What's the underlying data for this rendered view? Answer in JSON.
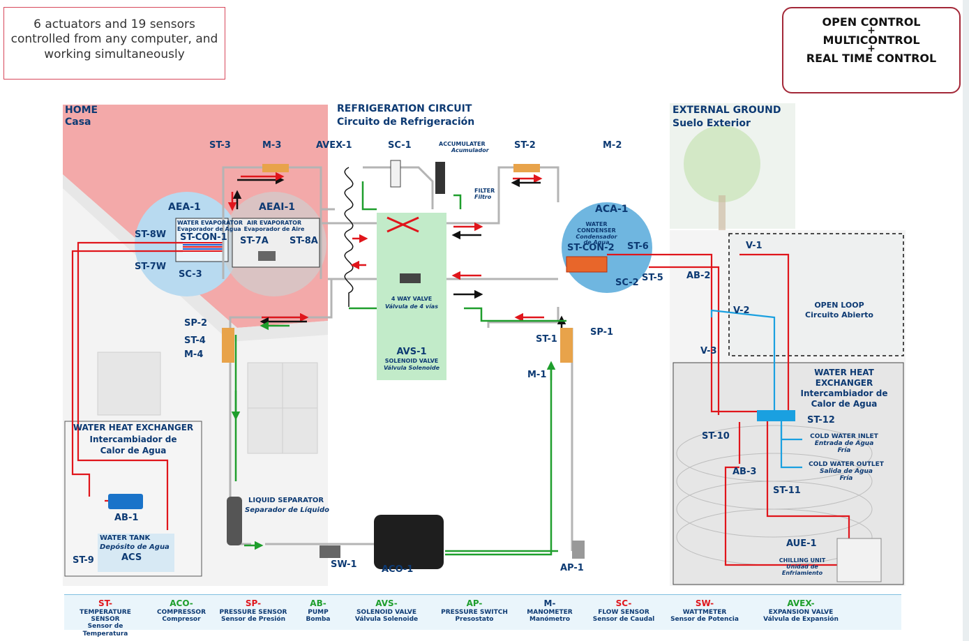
{
  "note_text": "6 actuators and 19 sensors controlled from any computer, and working simultaneously",
  "control": {
    "line1": "OPEN CONTROL",
    "plus1": "+",
    "line2": "MULTICONTROL",
    "plus2": "+",
    "line3": "REAL TIME CONTROL"
  },
  "home": {
    "title": "HOME",
    "subtitle": "Casa"
  },
  "circuit": {
    "title": "REFRIGERATION CIRCUIT",
    "subtitle": "Circuito de Refrigeración"
  },
  "ground": {
    "title": "EXTERNAL GROUND",
    "subtitle": "Suelo Exterior"
  },
  "components": {
    "aea1": "AEA-1",
    "aea1_title": "WATER EVAPORATOR",
    "aea1_sub": "Evaporador de Agua",
    "aeai1": "AEAI-1",
    "aeai1_title": "AIR EVAPORATOR",
    "aeai1_sub": "Evaporador de Aire",
    "aca1": "ACA-1",
    "aca1_title1": "WATER",
    "aca1_title2": "CONDENSER",
    "aca1_sub1": "Condensador",
    "aca1_sub2": "de Agua",
    "accum_title": "ACCUMULATER",
    "accum_sub": "Acumulador",
    "filter_title": "FILTER",
    "filter_sub": "Filtro",
    "fourway_title": "4 WAY VALVE",
    "fourway_sub": "Válvula de 4 vías",
    "avs1": "AVS-1",
    "avs1_title": "SOLENOID VALVE",
    "avs1_sub": "Válvula Solenoide",
    "liquid_title": "LIQUID SEPARATOR",
    "liquid_sub": "Separador de Líquido",
    "whx_left_title": "WATER HEAT EXCHANGER",
    "whx_left_sub1": "Intercambiador de",
    "whx_left_sub2": "Calor de Agua",
    "tank_title": "WATER TANK",
    "tank_sub": "Depósito de Agua",
    "tank_acs": "ACS",
    "openloop_title": "OPEN LOOP",
    "openloop_sub": "Circuito Abierto",
    "whx_right_title1": "WATER HEAT",
    "whx_right_title2": "EXCHANGER",
    "whx_right_sub1": "Intercambiador de",
    "whx_right_sub2": "Calor de Agua",
    "cwi_title": "COLD WATER INLET",
    "cwi_sub1": "Entrada de Agua",
    "cwi_sub2": "Fría",
    "cwo_title": "COLD WATER OUTLET",
    "cwo_sub1": "Salida de Agua",
    "cwo_sub2": "Fría",
    "chill_title": "CHILLING UNIT",
    "chill_sub1": "Unidad de",
    "chill_sub2": "Enfriamiento"
  },
  "labels": {
    "st3": "ST-3",
    "m3": "M-3",
    "avex1": "AVEX-1",
    "sc1": "SC-1",
    "st2": "ST-2",
    "m2": "M-2",
    "st8w": "ST-8W",
    "stcon1": "ST-CON-1",
    "st7a": "ST-7A",
    "st8a": "ST-8A",
    "st7w": "ST-7W",
    "sc3": "SC-3",
    "stcon2": "ST-CON-2",
    "st6": "ST-6",
    "sc2": "SC-2",
    "st5": "ST-5",
    "ab2": "AB-2",
    "v1": "V-1",
    "v2": "V-2",
    "v3": "V-3",
    "sp2": "SP-2",
    "st4": "ST-4",
    "m4": "M-4",
    "sp1": "SP-1",
    "st1": "ST-1",
    "m1": "M-1",
    "ab1": "AB-1",
    "st9": "ST-9",
    "sw1": "SW-1",
    "aco1": "ACO-1",
    "ap1": "AP-1",
    "st10": "ST-10",
    "st12": "ST-12",
    "ab3": "AB-3",
    "st11": "ST-11",
    "aue1": "AUE-1"
  },
  "legend": [
    {
      "code": "ST-",
      "en": "TEMPERATURE SENSOR",
      "es": "Sensor de Temperatura"
    },
    {
      "code": "ACO-",
      "en": "COMPRESSOR",
      "es": "Compresor"
    },
    {
      "code": "SP-",
      "en": "PRESSURE SENSOR",
      "es": "Sensor de Presión"
    },
    {
      "code": "AB-",
      "en": "PUMP",
      "es": "Bomba"
    },
    {
      "code": "AVS-",
      "en": "SOLENOID VALVE",
      "es": "Válvula Solenoide"
    },
    {
      "code": "AP-",
      "en": "PRESSURE SWITCH",
      "es": "Presostato"
    },
    {
      "code": "M-",
      "en": "MANOMETER",
      "es": "Manómetro"
    },
    {
      "code": "SC-",
      "en": "FLOW SENSOR",
      "es": "Sensor de Caudal"
    },
    {
      "code": "SW-",
      "en": "WATTMETER",
      "es": "Sensor de Potencia"
    },
    {
      "code": "AVEX-",
      "en": "EXPANSION VALVE",
      "es": "Válvula de Expansión"
    }
  ]
}
